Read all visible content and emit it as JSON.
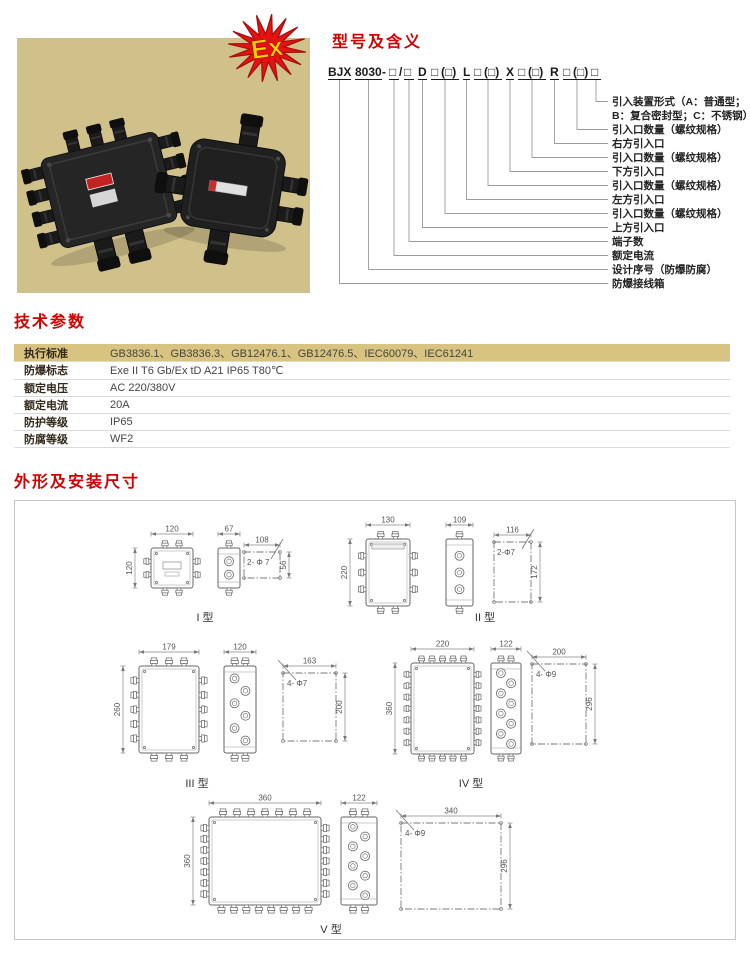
{
  "photo": {
    "ex_text": "Ex"
  },
  "model_section": {
    "title": "型号及含义",
    "code_segments": [
      {
        "t": "BJX",
        "u": true
      },
      {
        "t": "8030",
        "u": true
      },
      {
        "t": "-",
        "u": false
      },
      {
        "t": "□",
        "u": true
      },
      {
        "t": "/",
        "u": false
      },
      {
        "t": "□",
        "u": true
      },
      {
        "t": "D",
        "u": true
      },
      {
        "t": "□",
        "u": true
      },
      {
        "t": "(□)",
        "u": true
      },
      {
        "t": "L",
        "u": true
      },
      {
        "t": "□",
        "u": true
      },
      {
        "t": "(□)",
        "u": true
      },
      {
        "t": "X",
        "u": true
      },
      {
        "t": "□",
        "u": true
      },
      {
        "t": "(□)",
        "u": true
      },
      {
        "t": "R",
        "u": true
      },
      {
        "t": "□",
        "u": true
      },
      {
        "t": "(□)",
        "u": true
      },
      {
        "t": "□",
        "u": true
      }
    ],
    "label_rows": [
      "引入装置形式（A：普通型；",
      "B：复合密封型；C：不锈钢）",
      "引入口数量（螺纹规格）",
      "右方引入口",
      "引入口数量（螺纹规格）",
      "下方引入口",
      "引入口数量（螺纹规格）",
      "左方引入口",
      "引入口数量（螺纹规格）",
      "上方引入口",
      "端子数",
      "额定电流",
      "设计序号（防爆防腐）",
      "防爆接线箱"
    ]
  },
  "tech_params": {
    "title": "技术参数",
    "rows": [
      {
        "label": "执行标准",
        "value": "GB3836.1、GB3836.3、GB12476.1、GB12476.5、IEC60079、IEC61241"
      },
      {
        "label": "防爆标志",
        "value": "Exe II T6 Gb/Ex tD A21 IP65 T80℃"
      },
      {
        "label": "额定电压",
        "value": "AC 220/380V"
      },
      {
        "label": "额定电流",
        "value": "20A"
      },
      {
        "label": "防护等级",
        "value": "IP65"
      },
      {
        "label": "防腐等级",
        "value": "WF2"
      }
    ]
  },
  "dimensions": {
    "title": "外形及安装尺寸",
    "models": [
      {
        "name": "I 型",
        "front_w": "120",
        "front_h": "120",
        "side_w": "67",
        "mount_w": "108",
        "mount_h": "56",
        "holes": "2- Φ 7"
      },
      {
        "name": "II 型",
        "front_w": "130",
        "front_h": "220",
        "side_w": "109",
        "mount_w": "116",
        "mount_h": "172",
        "holes": "2-Φ7"
      },
      {
        "name": "III 型",
        "front_w": "179",
        "front_h": "260",
        "side_w": "120",
        "mount_w": "163",
        "mount_h": "200",
        "holes": "4- Φ7"
      },
      {
        "name": "IV 型",
        "front_w": "220",
        "front_h": "360",
        "side_w": "122",
        "mount_w": "200",
        "mount_h": "296",
        "holes": "4- Φ9"
      },
      {
        "name": "V 型",
        "front_w": "360",
        "front_h": "360",
        "side_w": "122",
        "mount_w": "340",
        "mount_h": "296",
        "holes": "4- Φ9"
      }
    ]
  }
}
